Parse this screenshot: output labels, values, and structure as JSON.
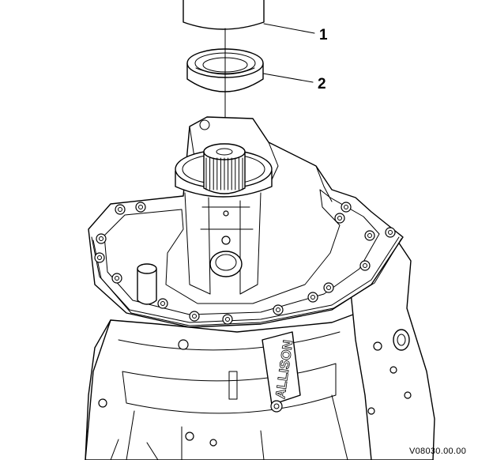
{
  "callouts": [
    {
      "number": "1",
      "part": "installer tool"
    },
    {
      "number": "2",
      "part": "seal"
    }
  ],
  "figure_code": "V08030.00.00",
  "case_embossing": "ALLISON"
}
